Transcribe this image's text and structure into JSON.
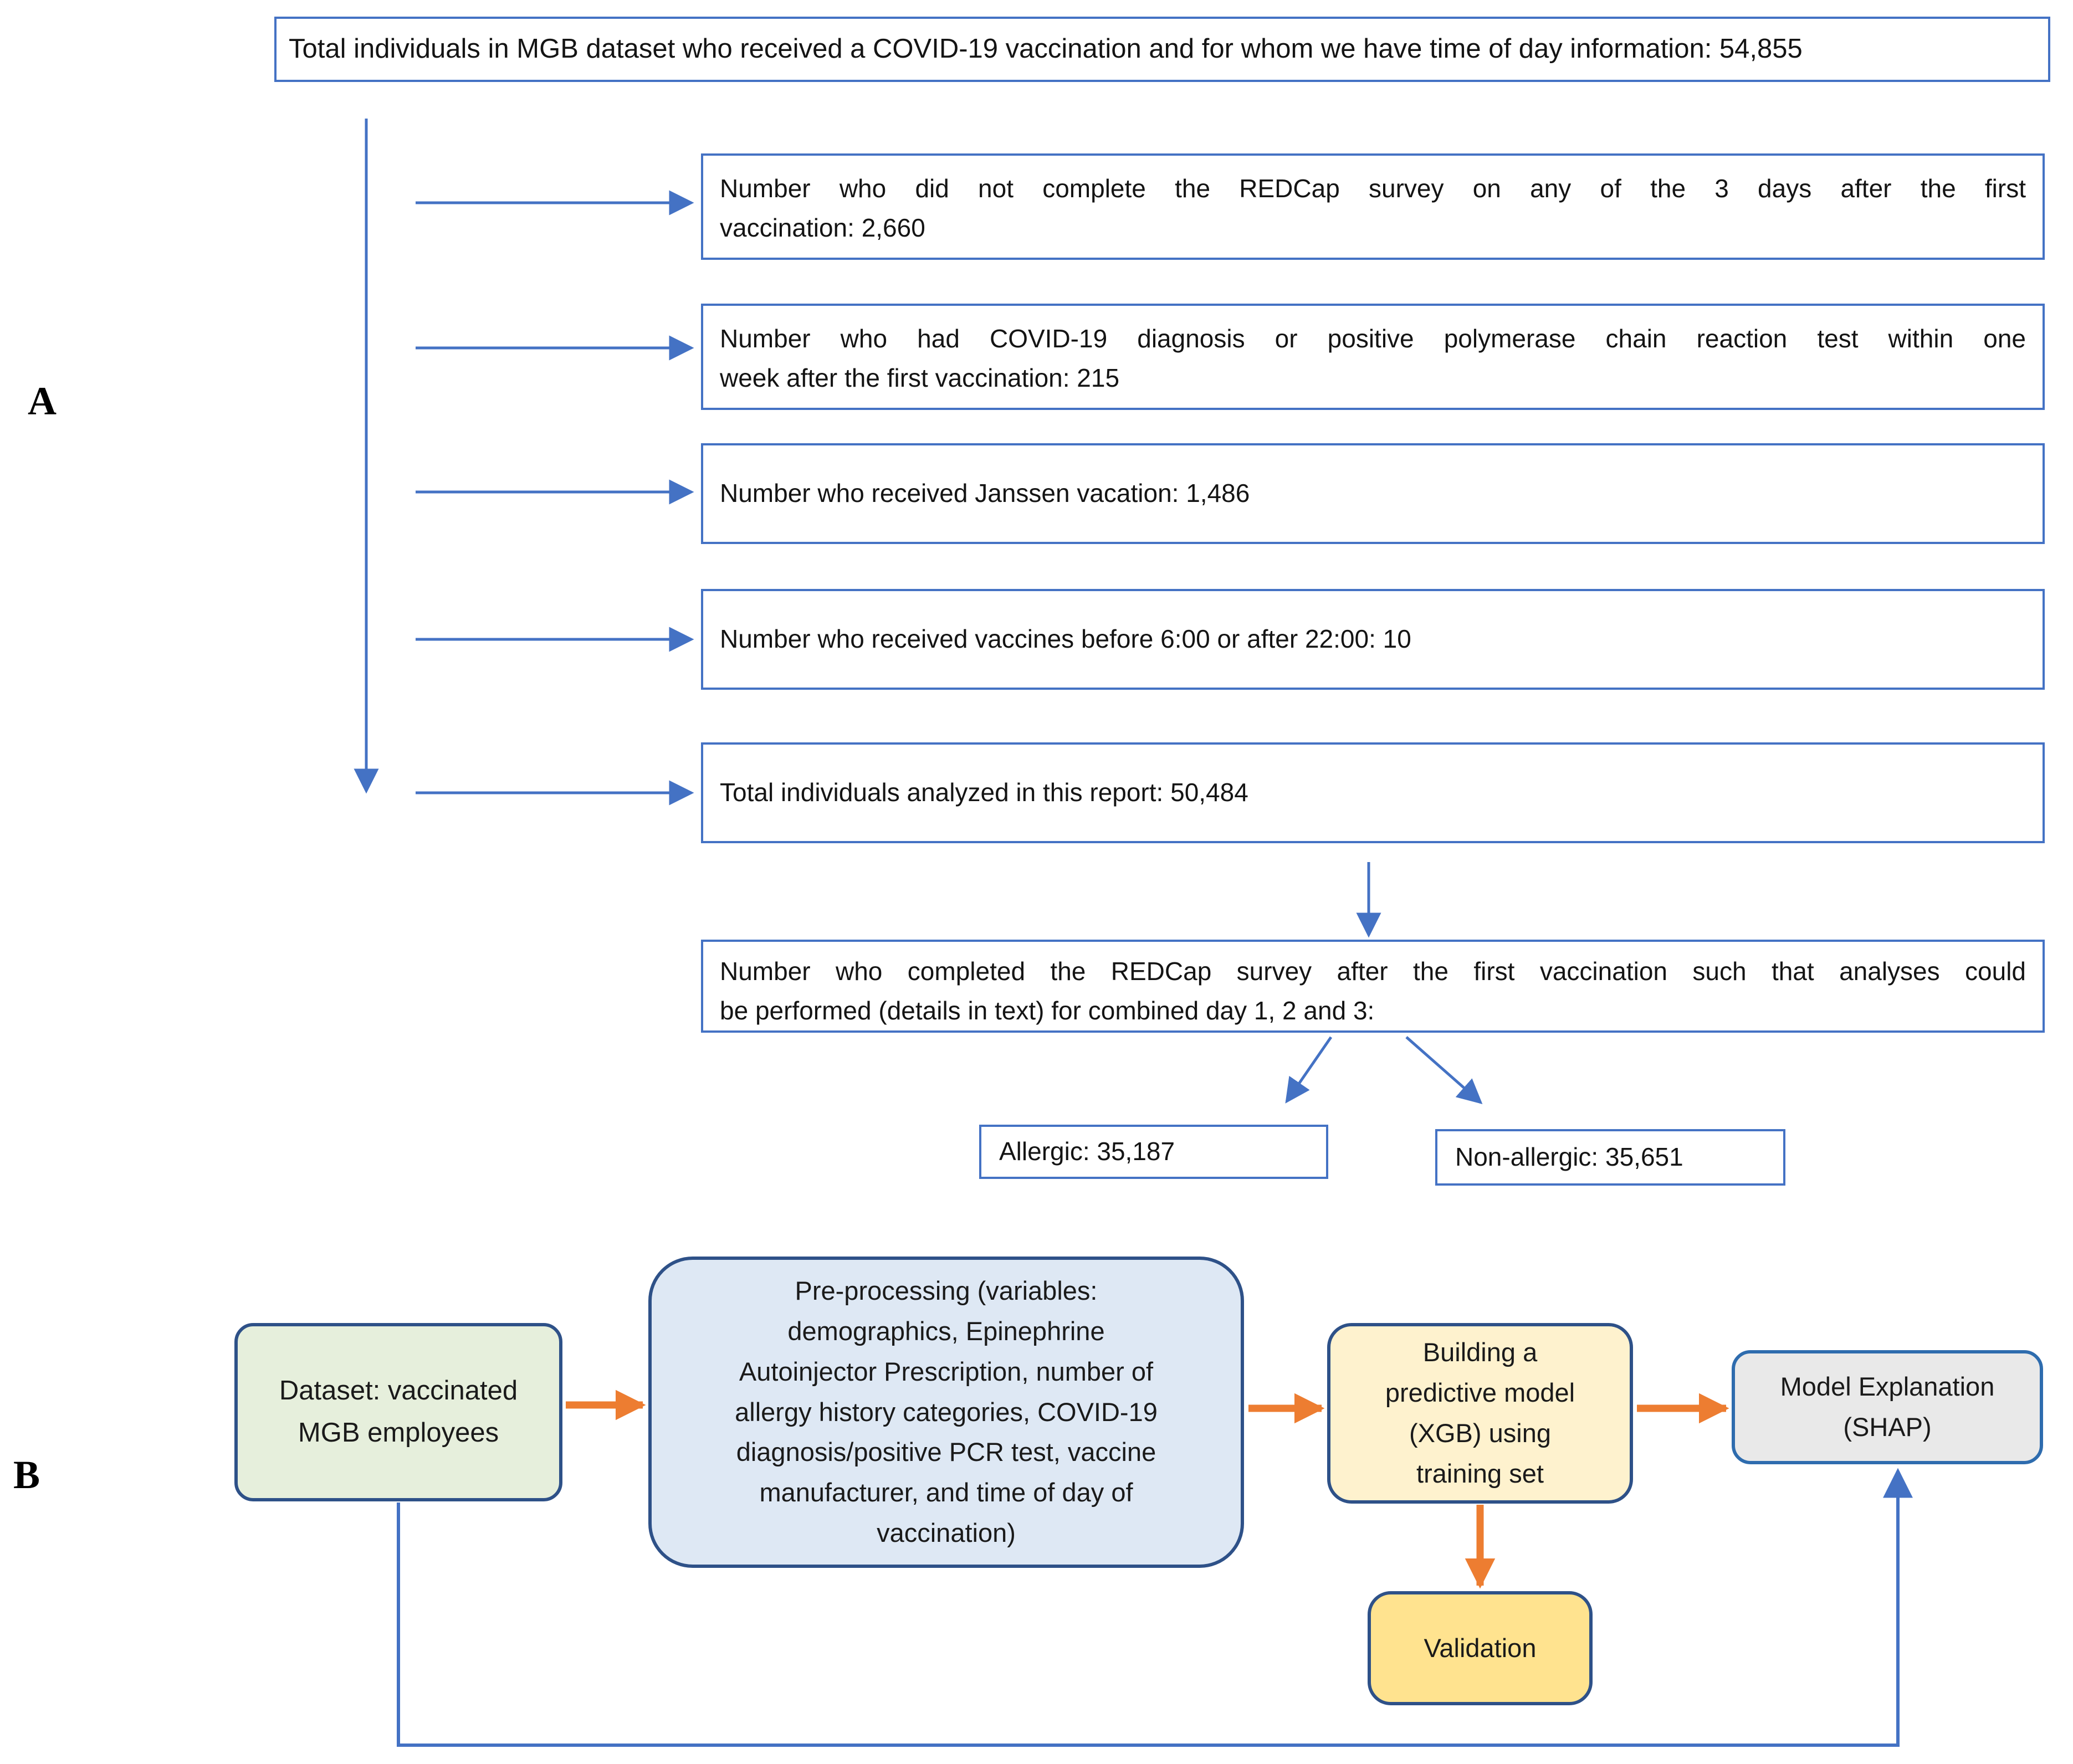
{
  "figure": {
    "panel_a_label": "A",
    "panel_b_label": "B"
  },
  "colors": {
    "flow_line_blue": "#4472C4",
    "box_border_blue": "#4472C4",
    "dark_navy_border": "#2e5188",
    "orange_arrow": "#ED7D31",
    "dataset_green_fill": "#E6EFDC",
    "preprocessing_blue_fill": "#DEE8F4",
    "model_yellow_fill": "#FEF2CE",
    "validation_yellow_fill": "#FFE38F",
    "explanation_gray_fill": "#E9E9E9"
  },
  "panel_a": {
    "top_box": "Total individuals in MGB dataset who received a COVID-19 vaccination and for whom we have time of day information: 54,855",
    "box_survey_lines": [
      "Number who did not complete the REDCap survey on any of the 3 days after the first",
      "vaccination: 2,660"
    ],
    "box_covid_lines": [
      "Number who had COVID-19 diagnosis or positive polymerase chain reaction test within one",
      "week after the first vaccination: 215"
    ],
    "box_janssen": "Number who received Janssen vacation: 1,486",
    "box_time": "Number who received vaccines before 6:00 or after 22:00: 10",
    "box_total": "Total individuals analyzed in this report: 50,484",
    "box_redcap_lines": [
      "Number who completed the REDCap survey after the first vaccination such that analyses could",
      "be performed (details in text) for combined day 1, 2 and 3:"
    ],
    "allergic": "Allergic: 35,187",
    "non_allergic": "Non-allergic: 35,651"
  },
  "panel_b": {
    "dataset_lines": [
      "Dataset: vaccinated",
      "MGB employees"
    ],
    "preprocessing_lines": [
      "Pre-processing (variables:",
      "demographics, Epinephrine",
      "Autoinjector Prescription, number of",
      "allergy history categories, COVID-19",
      "diagnosis/positive PCR test, vaccine",
      "manufacturer, and time of day of",
      "vaccination)"
    ],
    "model_lines": [
      "Building a",
      "predictive model",
      "(XGB) using",
      "training set"
    ],
    "explanation_lines": [
      "Model Explanation",
      "(SHAP)"
    ],
    "validation": "Validation"
  }
}
